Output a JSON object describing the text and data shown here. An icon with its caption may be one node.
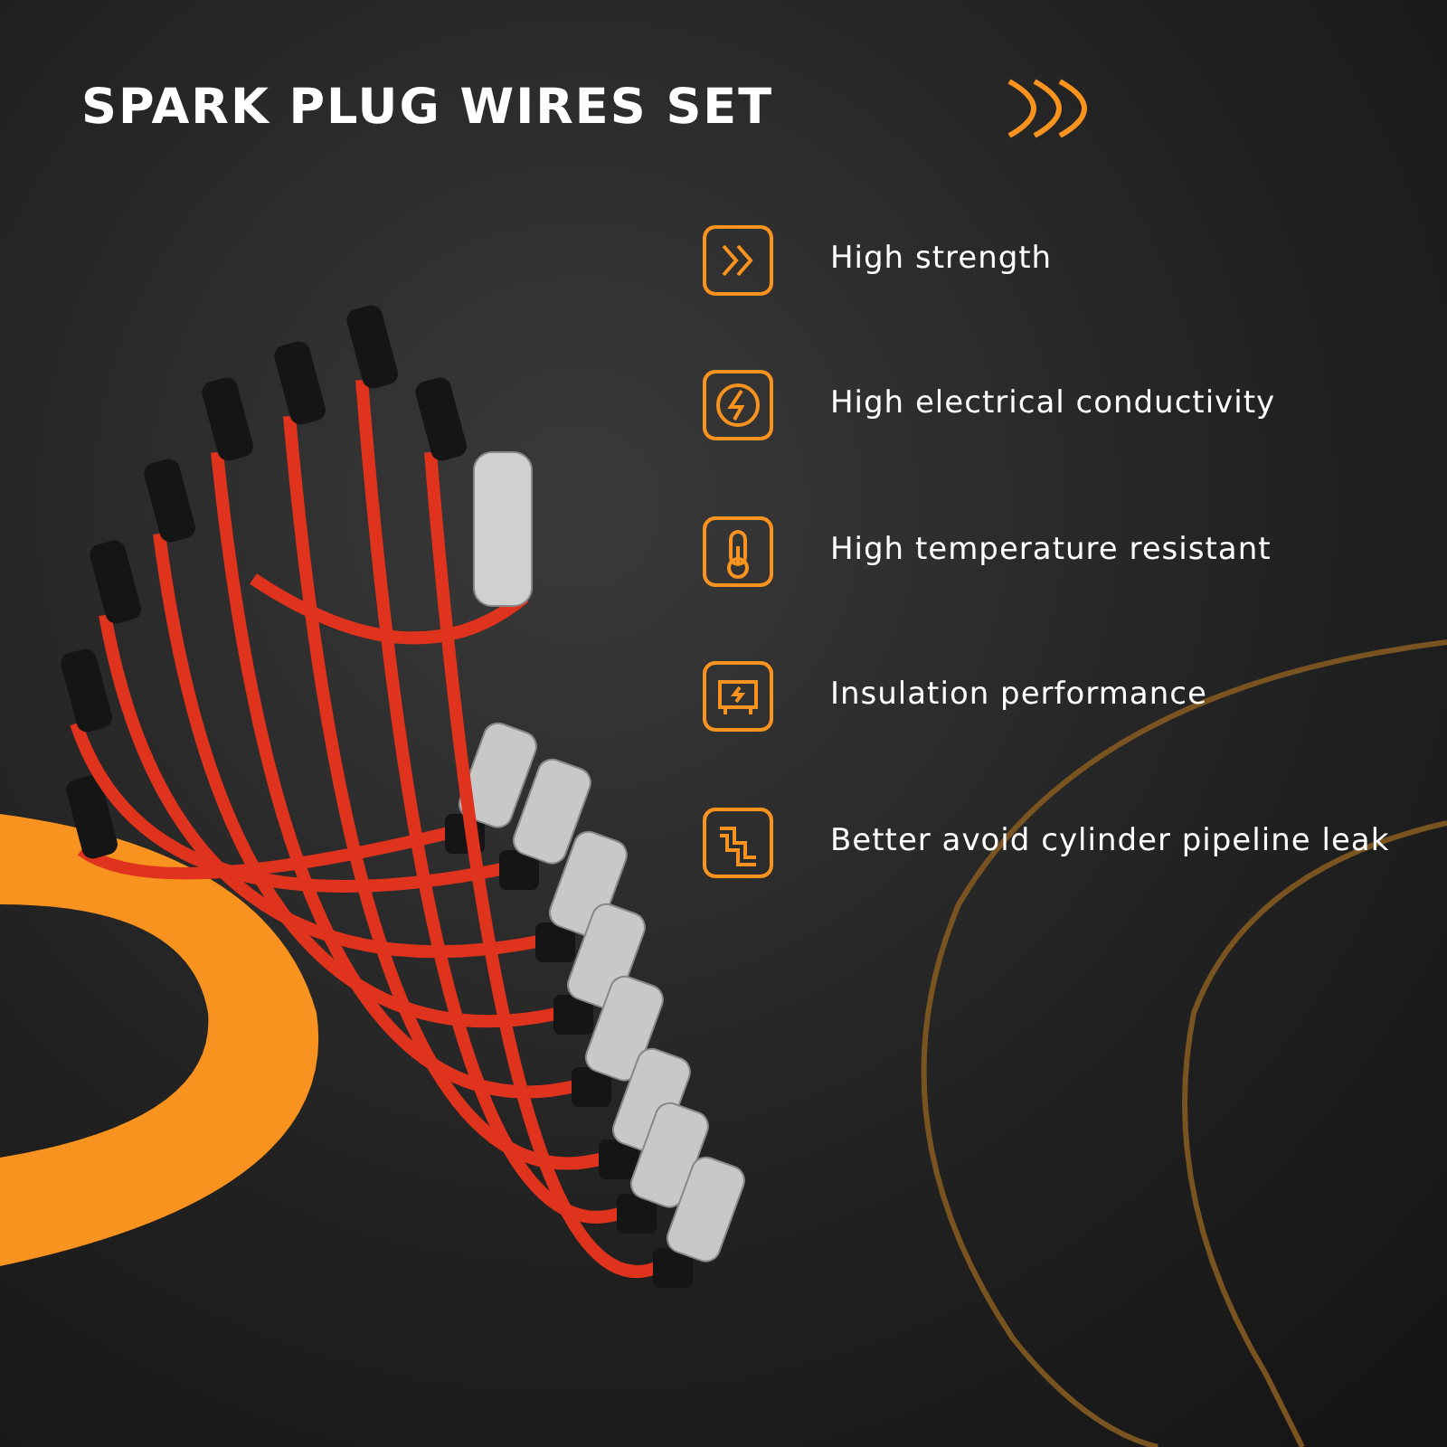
{
  "diagram": {
    "title": "SPARK PLUG WIRES SET",
    "labels": [
      "High strength",
      "High electrical conductivity",
      "High temperature resistant",
      "Insulation performance",
      "Better avoid cylinder pipeline leak"
    ]
  }
}
